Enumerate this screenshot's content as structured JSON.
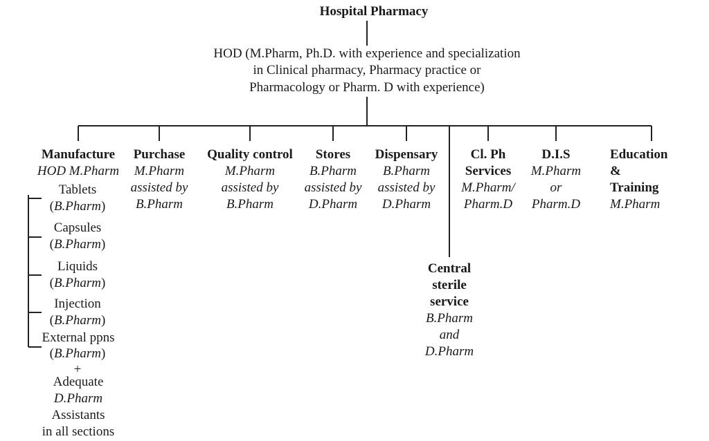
{
  "title": "Hospital Pharmacy",
  "hod": {
    "line1": "HOD (M.Pharm, Ph.D. with experience and specialization",
    "line2": "in Clinical pharmacy, Pharmacy practice or",
    "line3": "Pharmacology or Pharm. D with experience)"
  },
  "departments": {
    "manufacture": {
      "name": "Manufacture",
      "head": "HOD M.Pharm",
      "sections": [
        {
          "name": "Tablets",
          "staff": "B.Pharm"
        },
        {
          "name": "Capsules",
          "staff": "B.Pharm"
        },
        {
          "name": "Liquids",
          "staff": "B.Pharm"
        },
        {
          "name": "Injection",
          "staff": "B.Pharm"
        },
        {
          "name": "External ppns",
          "staff": "B.Pharm"
        }
      ],
      "plus": "+",
      "note1": "Adequate",
      "note2": "D.Pharm",
      "note3": "Assistants",
      "note4": "in all sections"
    },
    "purchase": {
      "name": "Purchase",
      "s1": "M.Pharm",
      "s2": "assisted by",
      "s3": "B.Pharm"
    },
    "quality": {
      "name": "Quality control",
      "s1": "M.Pharm",
      "s2": "assisted by",
      "s3": "B.Pharm"
    },
    "stores": {
      "name": "Stores",
      "s1": "B.Pharm",
      "s2": "assisted by",
      "s3": "D.Pharm"
    },
    "dispensary": {
      "name": "Dispensary",
      "s1": "B.Pharm",
      "s2": "assisted by",
      "s3": "D.Pharm"
    },
    "clph": {
      "name1": "Cl. Ph",
      "name2": "Services",
      "s1": "M.Pharm/",
      "s2": "Pharm.D"
    },
    "dis": {
      "name": "D.I.S",
      "s1": "M.Pharm",
      "s2": "or",
      "s3": "Pharm.D"
    },
    "education": {
      "name1": "Education",
      "name2": "&",
      "name3": "Training",
      "s1": "M.Pharm"
    },
    "css": {
      "name1": "Central",
      "name2": "sterile",
      "name3": "service",
      "s1": "B.Pharm",
      "s2": "and",
      "s3": "D.Pharm"
    }
  }
}
